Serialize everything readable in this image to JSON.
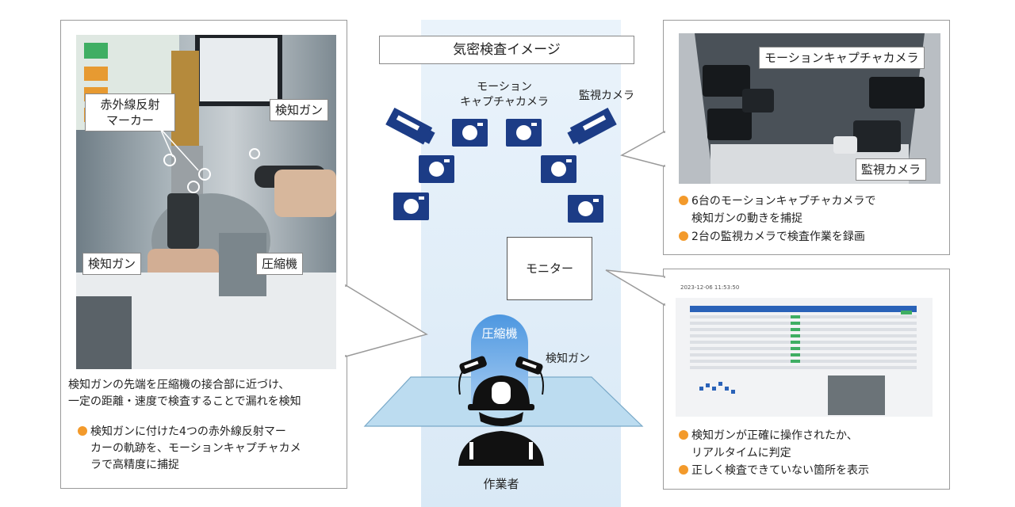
{
  "header": {
    "title": "気密検査イメージ"
  },
  "left_panel": {
    "labels": {
      "marker": "赤外線反射\nマーカー",
      "gun_top": "検知ガン",
      "gun_bottom": "検知ガン",
      "compressor": "圧縮機"
    },
    "caption_lines": [
      "検知ガンの先端を圧縮機の接合部に近づけ、",
      "一定の距離・速度で検査することで漏れを検知"
    ],
    "bullet_lines": [
      "検知ガンに付けた4つの赤外線反射マー",
      "カーの軌跡を、モーションキャプチャカメ",
      "ラで高精度に捕捉"
    ]
  },
  "center": {
    "mocap_label": "モーション\nキャプチャカメラ",
    "monitor_cam_label": "監視カメラ",
    "monitor_label": "モニター",
    "compressor_label": "圧縮機",
    "gun_label": "検知ガン",
    "worker_label": "作業者"
  },
  "right_top": {
    "mocap_label": "モーションキャプチャカメラ",
    "monitor_cam_label": "監視カメラ",
    "bullet1": [
      "6台のモーションキャプチャカメラで",
      "検知ガンの動きを捕捉"
    ],
    "bullet2": "2台の監視カメラで検査作業を録画"
  },
  "right_bottom": {
    "screen_header": "2023-12-06 11:53:50",
    "bullet1": [
      "検知ガンが正確に操作されたか、",
      "リアルタイムに判定"
    ],
    "bullet2": "正しく検査できていない箇所を表示"
  },
  "colors": {
    "accent_orange": "#f39a2b",
    "camera_navy": "#1c3c86",
    "compressor_blue": "#5aa2e6"
  }
}
